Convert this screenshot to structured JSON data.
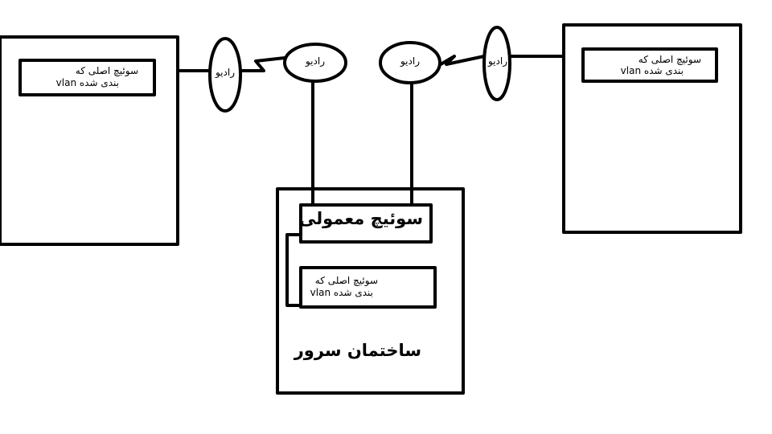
{
  "buildings": {
    "left": {
      "switch_line1": "سوئیچ اصلی که",
      "switch_line2": "vlan بندی شده"
    },
    "right": {
      "switch_line1": "سوئیچ اصلی که",
      "switch_line2": "vlan بندی شده"
    },
    "server": {
      "title": "ساختمان سرور",
      "normal_switch": "سوئیچ معمولی",
      "main_switch_line1": "سوئیچ اصلی که",
      "main_switch_line2": "vlan بندی شده"
    }
  },
  "radios": {
    "left_outer": "رادیو",
    "left_inner": "رادیو",
    "right_inner": "رادیو",
    "right_outer": "رادیو"
  }
}
